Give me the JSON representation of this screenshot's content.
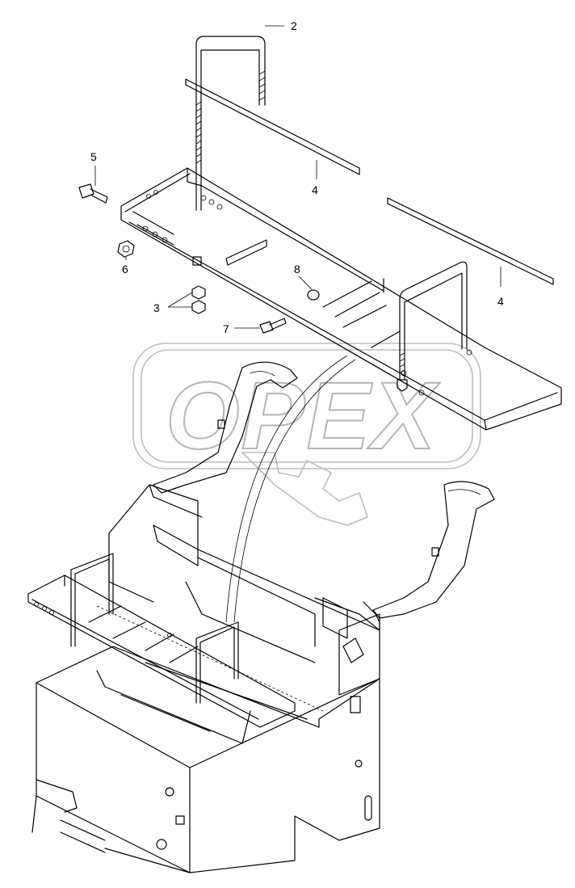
{
  "watermark": {
    "text": "OPEX"
  },
  "callouts": [
    {
      "id": "c2",
      "text": "2"
    },
    {
      "id": "c4a",
      "text": "4"
    },
    {
      "id": "c4b",
      "text": "4"
    },
    {
      "id": "c5",
      "text": "5"
    },
    {
      "id": "c6",
      "text": "6"
    },
    {
      "id": "c8",
      "text": "8"
    },
    {
      "id": "c3",
      "text": "3"
    },
    {
      "id": "c7",
      "text": "7"
    }
  ],
  "colors": {
    "line": "#000000",
    "watermark": "#b5b5b5",
    "background": "#ffffff"
  }
}
